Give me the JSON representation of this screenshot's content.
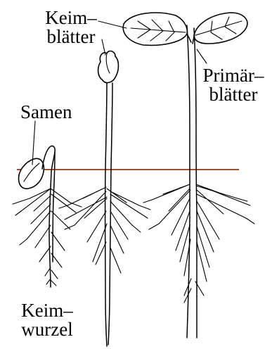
{
  "labels": {
    "keimblaetter_line1": "Keim–",
    "keimblaetter_line2": "blätter",
    "primaerblaetter_line1": "Primär–",
    "primaerblaetter_line2": "blätter",
    "samen": "Samen",
    "keimwurzel_line1": "Keim–",
    "keimwurzel_line2": "wurzel"
  },
  "colors": {
    "soil_line": "#8B3A1A",
    "ink": "#000000",
    "background": "#ffffff"
  }
}
